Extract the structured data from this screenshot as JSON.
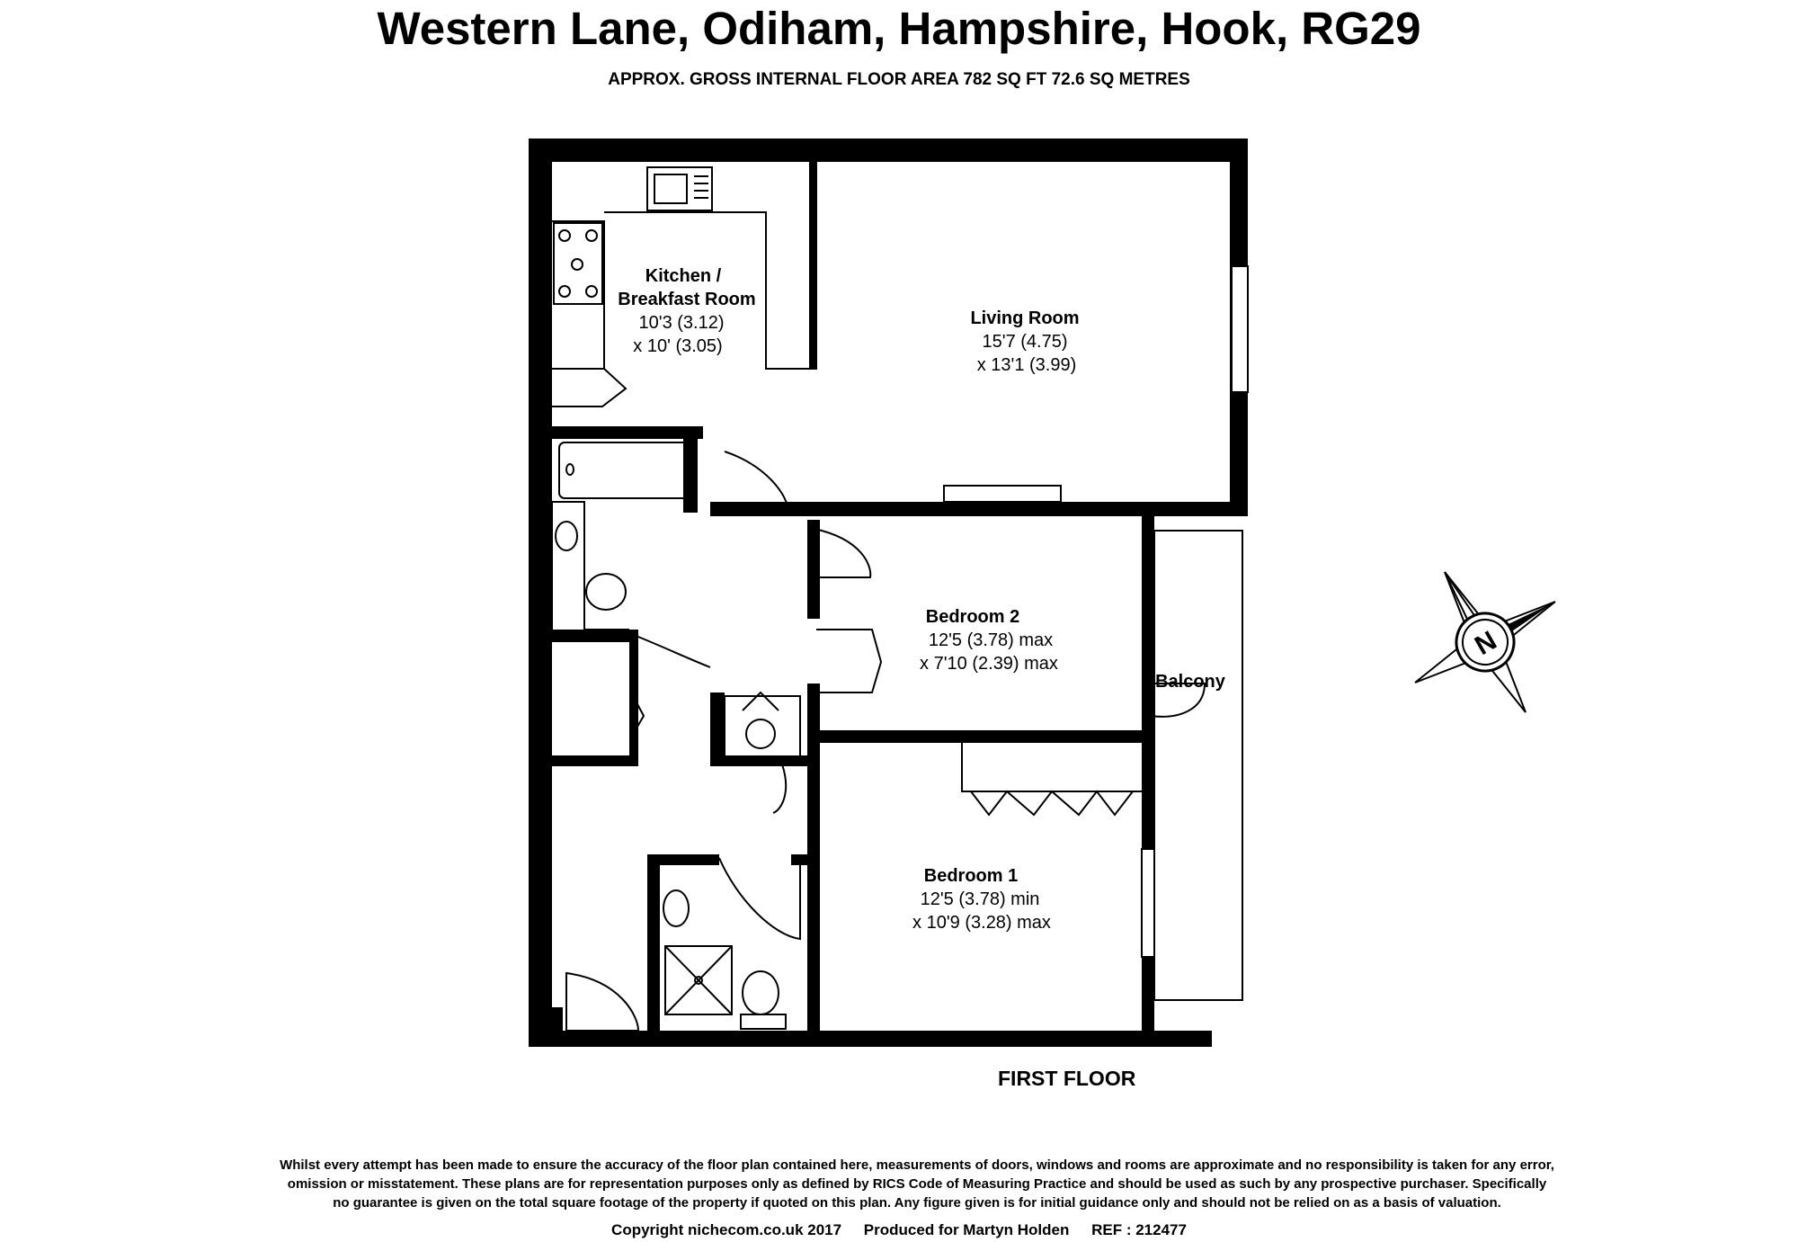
{
  "header": {
    "title": "Western Lane, Odiham, Hampshire, Hook, RG29",
    "subtitle": "APPROX. GROSS INTERNAL FLOOR AREA 782 SQ FT 72.6 SQ METRES"
  },
  "rooms": {
    "kitchen": {
      "name_line1": "Kitchen /",
      "name_line2": "Breakfast Room",
      "dim1": "10'3 (3.12)",
      "dim2": "x 10' (3.05)"
    },
    "living": {
      "name": "Living Room",
      "dim1": "15'7 (4.75)",
      "dim2": "x 13'1 (3.99)"
    },
    "bedroom2": {
      "name": "Bedroom 2",
      "dim1": "12'5 (3.78) max",
      "dim2": "x 7'10 (2.39) max"
    },
    "bedroom1": {
      "name": "Bedroom 1",
      "dim1": "12'5 (3.78) min",
      "dim2": "x 10'9 (3.28) max"
    },
    "balcony": {
      "name": "Balcony"
    }
  },
  "compass": {
    "letter": "N",
    "icon": "compass-rose-icon"
  },
  "floor_label": "FIRST FLOOR",
  "disclaimer": {
    "line1": "Whilst every attempt has been made to ensure the accuracy of the floor plan contained here, measurements of doors, windows and rooms are approximate and no responsibility is taken for any error,",
    "line2": "omission or misstatement. These plans are for representation purposes only as defined by RICS Code of Measuring Practice and should be used as such by any prospective purchaser. Specifically",
    "line3": "no guarantee is given on the total square footage of the property if quoted on this plan. Any figure given is for initial guidance only and should not be relied on as a basis of valuation."
  },
  "footer": {
    "copyright": "Copyright nichecom.co.uk 2017",
    "produced_for": "Produced for Martyn Holden",
    "ref": "REF : 212477"
  }
}
